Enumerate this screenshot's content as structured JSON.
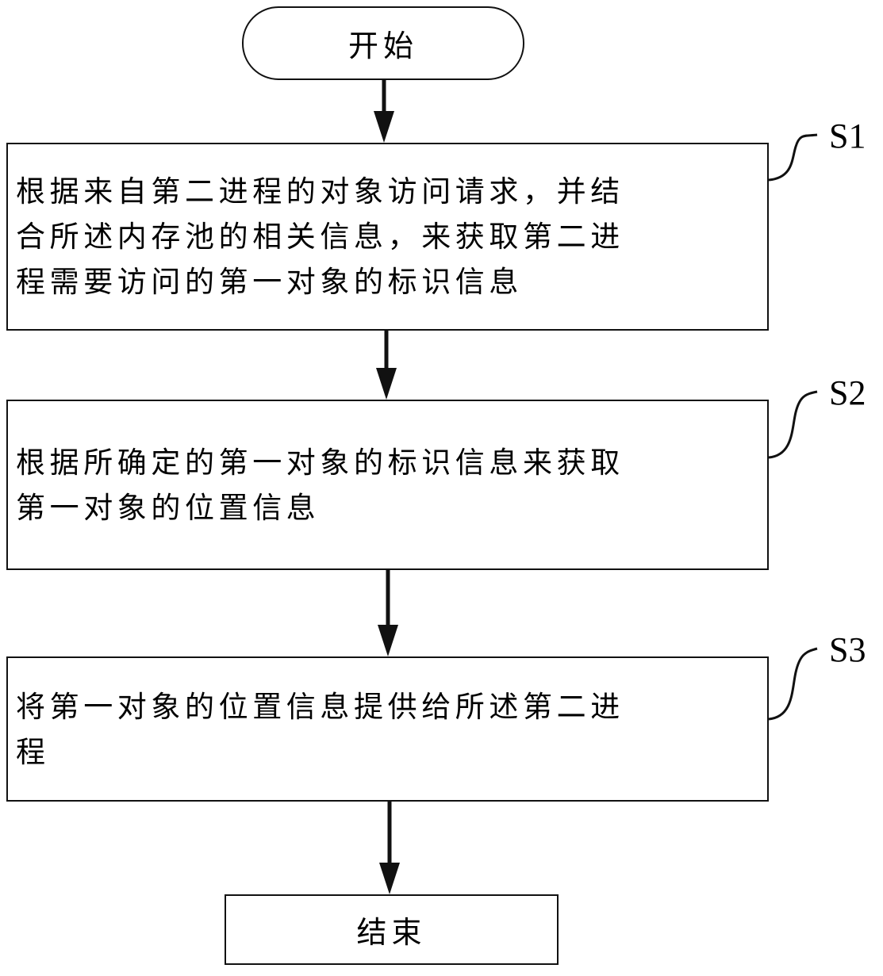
{
  "flowchart": {
    "start": {
      "label": "开始",
      "shape": "terminator"
    },
    "steps": [
      {
        "id": "S1",
        "text": "根据来自第二进程的对象访问请求，并结\n合所述内存池的相关信息，来获取第二进\n程需要访问的第一对象的标识信息"
      },
      {
        "id": "S2",
        "text": "根据所确定的第一对象的标识信息来获取\n第一对象的位置信息"
      },
      {
        "id": "S3",
        "text": "将第一对象的位置信息提供给所述第二进\n程"
      }
    ],
    "end": {
      "label": "结束",
      "shape": "process"
    },
    "edges": [
      {
        "from": "start",
        "to": "S1"
      },
      {
        "from": "S1",
        "to": "S2"
      },
      {
        "from": "S2",
        "to": "S3"
      },
      {
        "from": "S3",
        "to": "end"
      }
    ],
    "colors": {
      "stroke": "#111111",
      "background": "#ffffff",
      "text": "#000000"
    }
  }
}
